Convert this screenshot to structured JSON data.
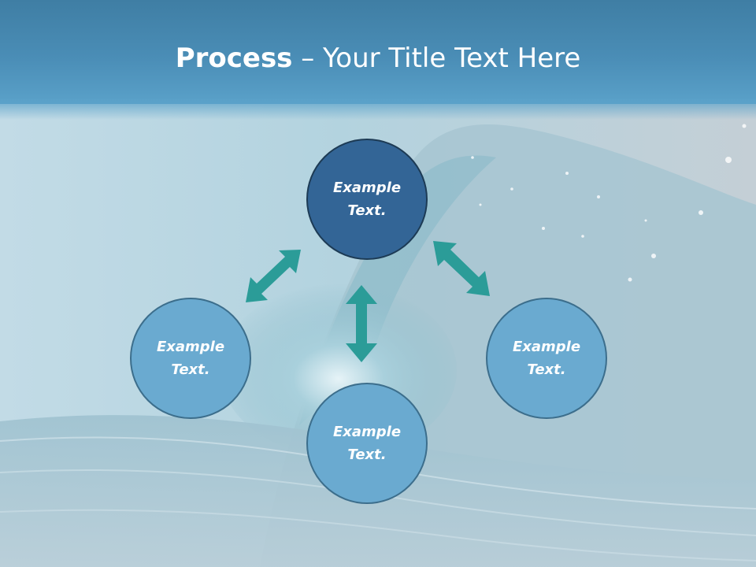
{
  "title": {
    "bold": "Process",
    "rest": " – Your Title Text Here"
  },
  "nodes": {
    "top": "Example Text.",
    "left": "Example Text.",
    "right": "Example Text.",
    "bottom": "Example Text."
  },
  "colors": {
    "title_band": "#4a8db6",
    "main_node": "#336596",
    "node": "#6aaad0",
    "arrow": "#2b9c98"
  }
}
